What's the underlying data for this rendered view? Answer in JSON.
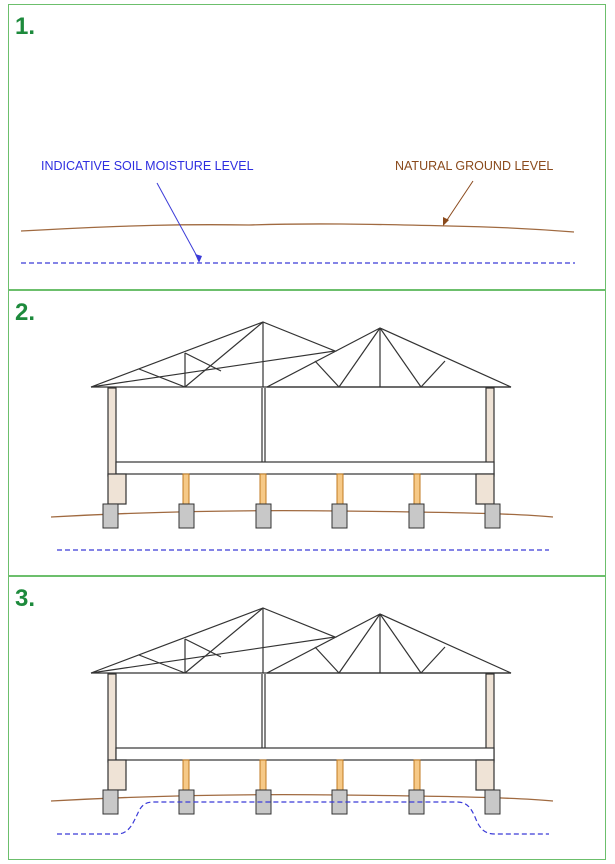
{
  "panels": [
    {
      "number": "1."
    },
    {
      "number": "2."
    },
    {
      "number": "3."
    }
  ],
  "labels": {
    "soil_moisture": "INDICATIVE SOIL MOISTURE LEVEL",
    "natural_ground": "NATURAL GROUND LEVEL"
  },
  "colors": {
    "panel_border": "#6cbf6c",
    "panel_number": "#1d8a3c",
    "ground_line": "#a06a40",
    "moisture_line": "#3b3bd8",
    "structure": "#333333",
    "wall_fill": "#efe3d6",
    "stump_fill": "#f6c987",
    "pier_fill": "#c8c8c8"
  }
}
